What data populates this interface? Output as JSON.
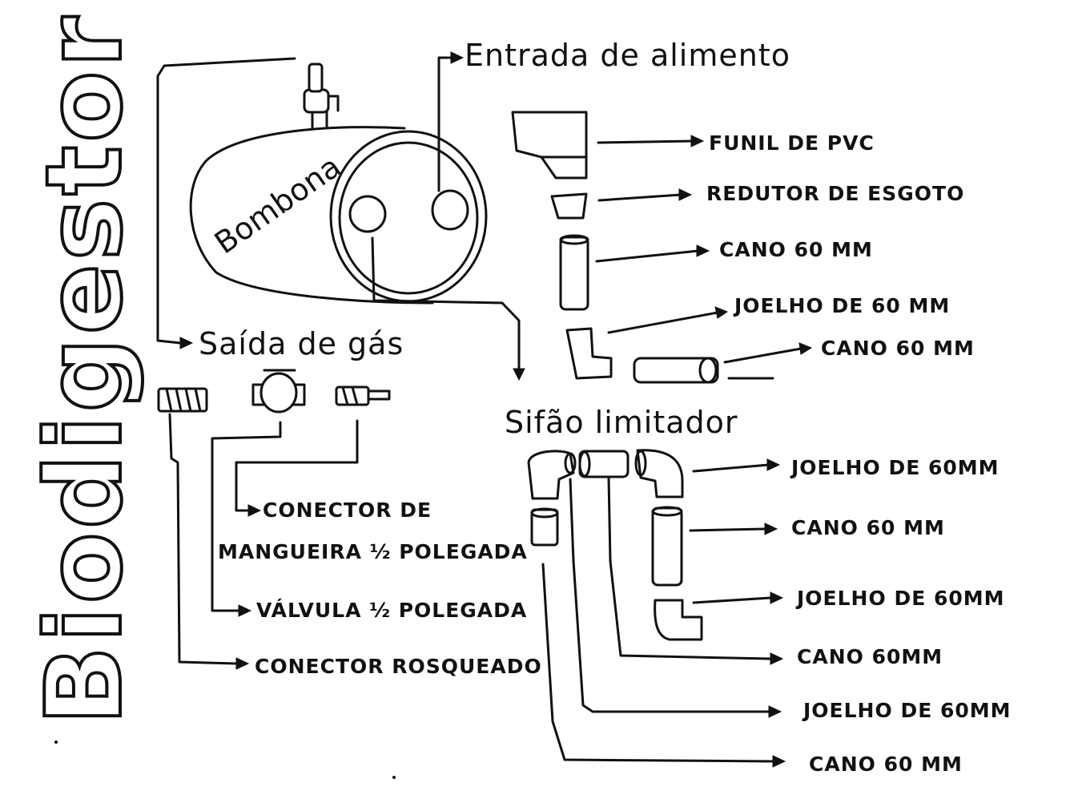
{
  "colors": {
    "ink": "#111111",
    "paper": "#ffffff"
  },
  "diagram": {
    "title": "Biodigestor",
    "tank_label": "Bombona",
    "food_inlet_heading": "Entrada de alimento",
    "gas_outlet_heading": "Saída de gás",
    "siphon_heading": "Sifão limitador",
    "inlet_parts": [
      "FUNIL DE PVC",
      "REDUTOR DE ESGOTO",
      "CANO 60 MM",
      "JOELHO DE 60 MM",
      "CANO 60 MM"
    ],
    "gas_parts": [
      "CONECTOR DE MANGUEIRA ½ POLEGADA",
      "VÁLVULA ½ POLEGADA",
      "CONECTOR ROSQUEADO"
    ],
    "siphon_parts": [
      "JOELHO DE 60MM",
      "CANO 60 MM",
      "JOELHO DE 60MM",
      "CANO 60MM",
      "JOELHO DE 60MM",
      "CANO 60 MM"
    ]
  }
}
